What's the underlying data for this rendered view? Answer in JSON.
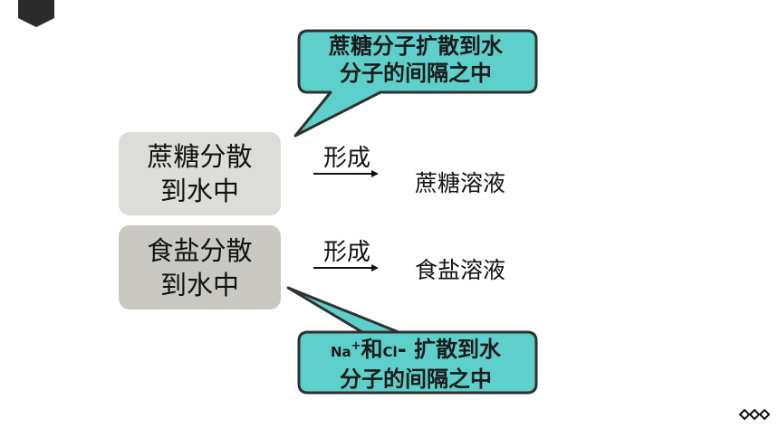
{
  "colors": {
    "bubble_fill": "#5ed0cc",
    "bubble_border": "#2f3130",
    "box1_fill": "#dcdcd8",
    "box2_fill": "#c9c8c3",
    "corner_fill": "#2b2b2b"
  },
  "icons": {
    "corner": "hexagon-shape",
    "nav": "diamond-chain-icon"
  },
  "bubble1": {
    "line1": "蔗糖分子扩散到水",
    "line2": "分子的间隔之中"
  },
  "bubble2": {
    "na": "Na",
    "plus": "+",
    "and": "和",
    "cl": "Cl",
    "minus": "-",
    "rest": " 扩散到水",
    "line2": "分子的间隔之中"
  },
  "row1": {
    "box_line1": "蔗糖分散",
    "box_line2": "到水中",
    "verb": "形成",
    "result": "蔗糖溶液"
  },
  "row2": {
    "box_line1": "食盐分散",
    "box_line2": "到水中",
    "verb": "形成",
    "result": "食盐溶液"
  }
}
